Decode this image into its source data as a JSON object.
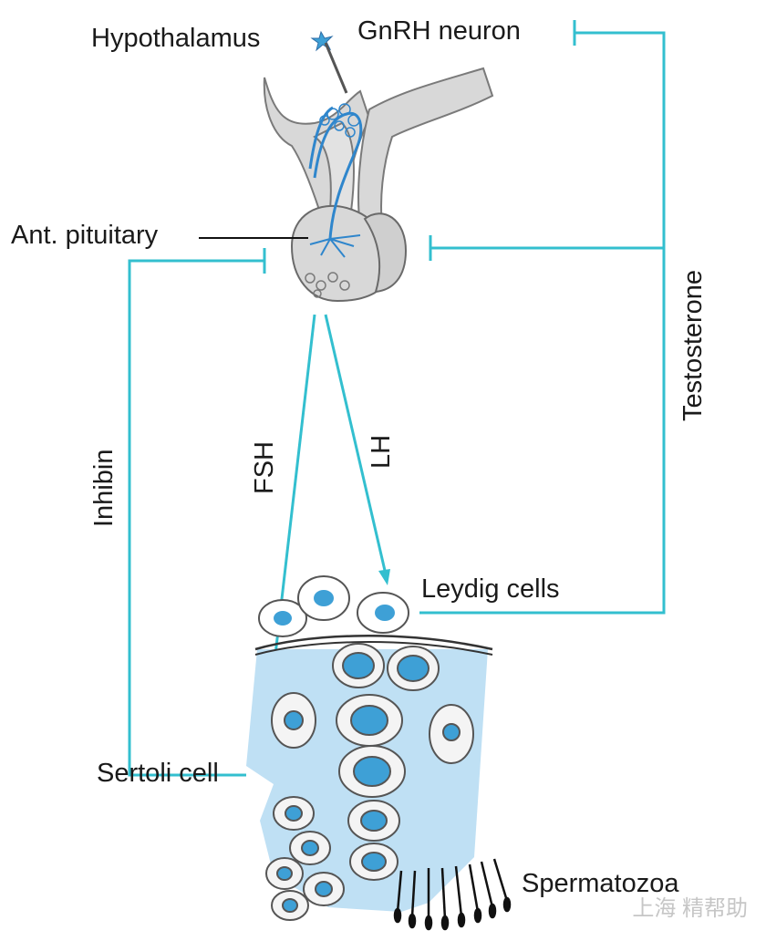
{
  "labels": {
    "hypothalamus": "Hypothalamus",
    "gnrh_neuron": "GnRH neuron",
    "ant_pituitary": "Ant. pituitary",
    "testosterone": "Testosterone",
    "inhibin": "Inhibin",
    "fsh": "FSH",
    "lh": "LH",
    "leydig_cells": "Leydig cells",
    "sertoli_cell": "Sertoli cell",
    "spermatozoa": "Spermatozoa"
  },
  "watermark": "上海        精帮助",
  "colors": {
    "pathway": "#33bfcf",
    "tubule_fill": "#bfe0f4",
    "nucleus": "#3ea0d6",
    "neuron": "#2f86cc",
    "gland": "#d8d8d8"
  }
}
